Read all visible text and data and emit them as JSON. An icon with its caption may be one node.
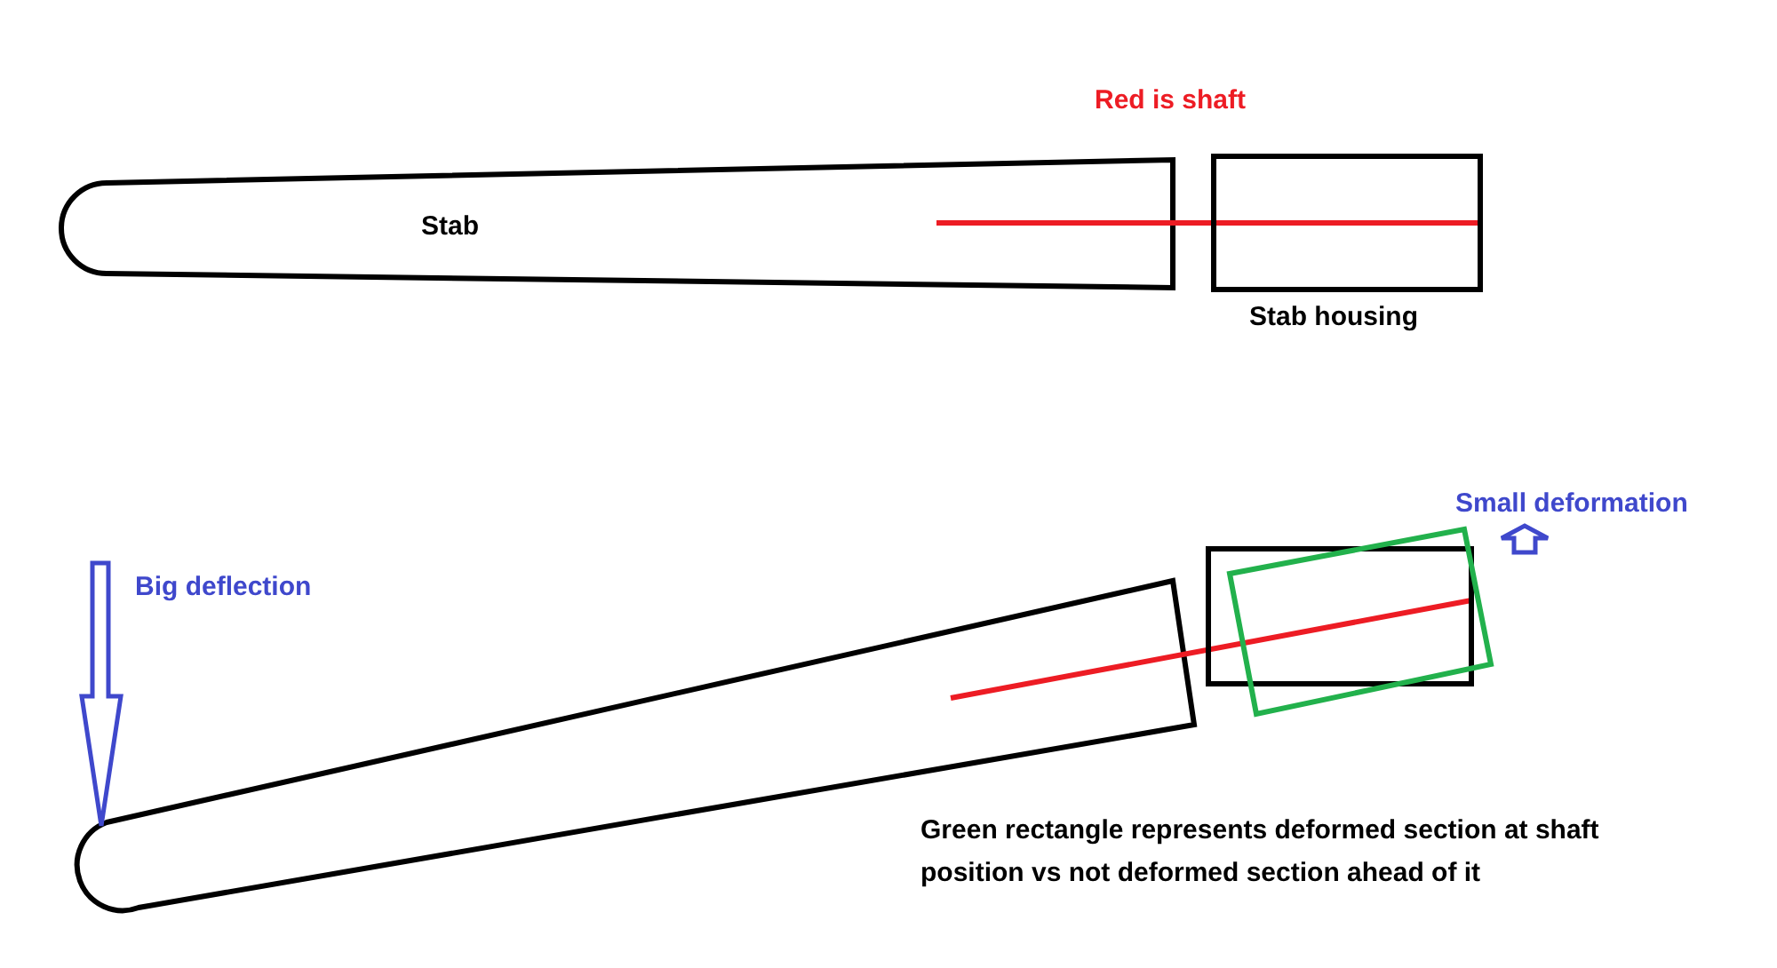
{
  "diagram": {
    "nodes": [
      {
        "text": [
          "Stab"
        ]
      },
      {
        "text": [],
        "shape": "bar"
      },
      {
        "text": [],
        "shape": "box",
        "beside": [
          "Stab housing"
        ]
      },
      {
        "text": [],
        "shape": "box"
      },
      {
        "text": [],
        "shape": "bar"
      },
      {
        "text": [],
        "shape": "box"
      },
      {
        "text": [],
        "shape": "box"
      }
    ],
    "labels": [
      "Red is shaft",
      "Small deformation",
      "Big deflection",
      "Green rectangle represents deformed section at shaft position vs not deformed section ahead of it"
    ]
  }
}
